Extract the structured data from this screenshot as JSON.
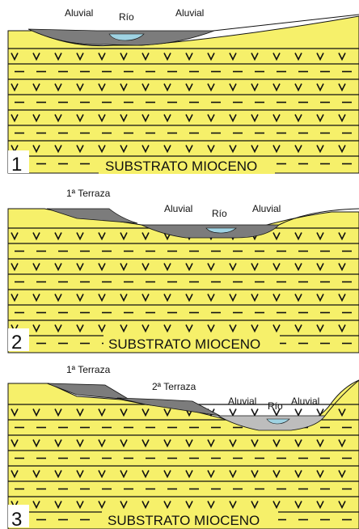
{
  "colors": {
    "substrate": "#F6F06A",
    "layer_line": "#111111",
    "dark_fill": "#7C7C7C",
    "light_fill": "#BDBDBD",
    "water": "#9FD3E3"
  },
  "icons": {
    "v_mark": "v-mark-icon",
    "dash_mark": "dash-mark-icon"
  },
  "panels": [
    {
      "number": "1",
      "substrate_label": "SUBSTRATO MIOCENO",
      "labels": {
        "aluvial_left": "Aluvial",
        "rio": "Río",
        "aluvial_right": "Aluvial"
      }
    },
    {
      "number": "2",
      "substrate_label": "SUBSTRATO MIOCENO",
      "labels": {
        "terraza_1": "1ª Terraza",
        "aluvial_left": "Aluvial",
        "rio": "Río",
        "aluvial_right": "Aluvial"
      }
    },
    {
      "number": "3",
      "substrate_label": "SUBSTRATO MIOCENO",
      "labels": {
        "terraza_1": "1ª Terraza",
        "terraza_2": "2ª Terraza",
        "aluvial_left": "Aluvial",
        "rio": "Río",
        "aluvial_right": "Aluvial"
      }
    }
  ]
}
